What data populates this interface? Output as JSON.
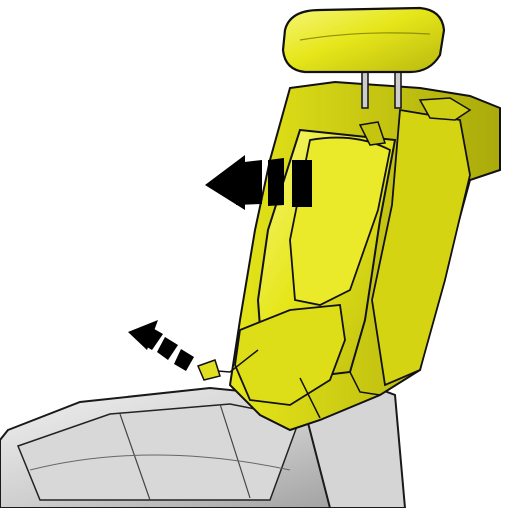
{
  "figure": {
    "subject": "rear-seat-backrest-fold-illustration",
    "colors": {
      "backrest_yellow": "#e6e61a",
      "backrest_shadow": "#b9b90f",
      "backrest_highlight": "#f3f36a",
      "cushion_gray": "#c9c9c9",
      "cushion_light": "#e7e7e7",
      "cushion_dark": "#8f8f8f",
      "outline": "#111111",
      "arrow": "#000000",
      "background": "#ffffff"
    },
    "arrows": [
      {
        "name": "upper-fold-direction-arrow",
        "direction": "left"
      },
      {
        "name": "lower-release-direction-arrow",
        "direction": "upper-left"
      }
    ]
  }
}
